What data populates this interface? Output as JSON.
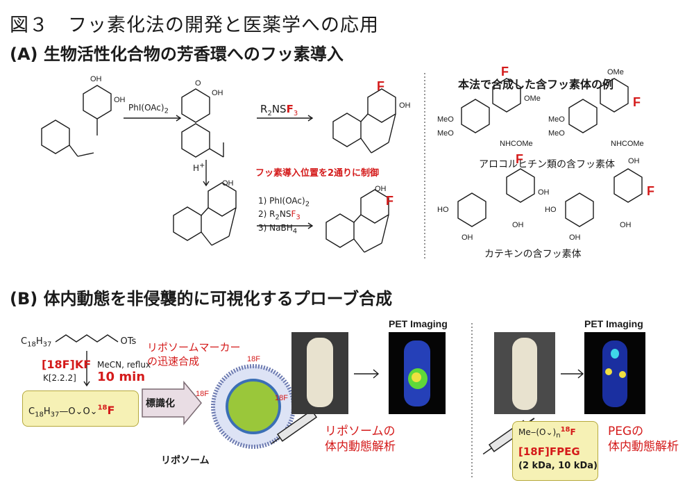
{
  "figure_title": "図３　フッ素化法の開発と医薬学への応用",
  "sectionA": {
    "heading": "(A) 生物活性化合物の芳香環へのフッ素導入",
    "reagent1": "PhI(OAc)",
    "reagent1_sub": "2",
    "reagent2_prefix": "R",
    "reagent2_sub": "2",
    "reagent2_mid": "NS",
    "reagent2_red": "F",
    "reagent2_red_sub": "3",
    "acid": "H",
    "acid_sup": "+",
    "control_note": "フッ素導入位置を2通りに制御",
    "multi_step": [
      "1) PhI(OAc)",
      "2) R",
      "3) NaBH"
    ],
    "examples_heading": "本法で合成した含フッ素体の例",
    "colchicine_caption": "アロコルヒチン類の含フッ素体",
    "catechin_caption": "カテキンの含フッ素体"
  },
  "sectionB": {
    "heading": "(B) 体内動態を非侵襲的に可視化するプローブ合成",
    "kf_label": "[18F]KF",
    "kryptofix": "K[2.2.2]",
    "conditions": "MeCN, reflux",
    "time": "10 min",
    "marker_note_line1": "リポソームマーカー",
    "marker_note_line2": "の迅速合成",
    "labeling": "標識化",
    "liposome_label": "リポソーム",
    "liposome_analysis_line1": "リポソームの",
    "liposome_analysis_line2": "体内動態解析",
    "pet_title_1": "PET Imaging",
    "pet_title_2": "PET Imaging",
    "peg_label": "[18F]FPEG",
    "peg_sizes": "(2 kDa, 10 kDa)",
    "peg_analysis_line1": "PEGの",
    "peg_analysis_line2": "体内動態解析"
  },
  "colors": {
    "red": "#d41a1a",
    "box_yellow": "#f6f1b5",
    "black": "#1a1a1a"
  }
}
